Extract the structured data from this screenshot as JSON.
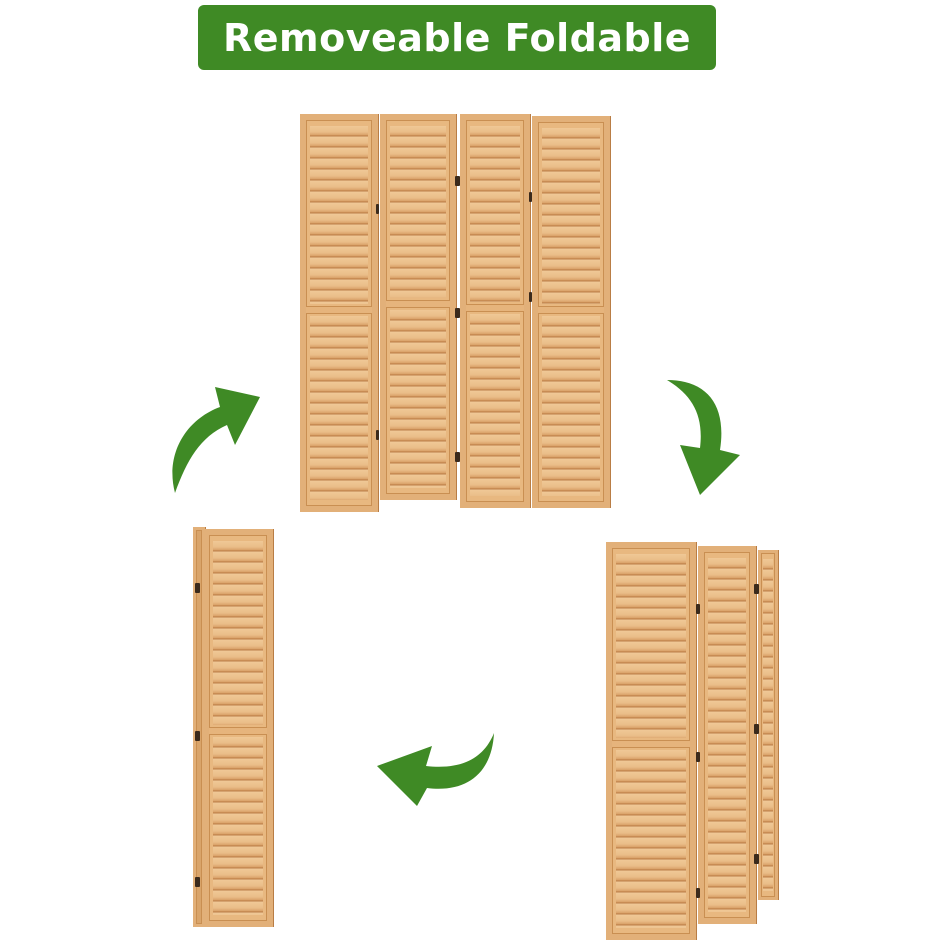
{
  "banner": {
    "title": "Removeable Foldable",
    "background_color": "#3f8a25",
    "text_color": "#ffffff"
  },
  "illustration": {
    "description": "Four-panel wooden louvered room divider shown in three states with cycle arrows",
    "states": [
      {
        "id": "unfolded",
        "label": "",
        "panels": 4,
        "position": "top-center"
      },
      {
        "id": "partially-folded",
        "label": "",
        "panels": 3,
        "position": "bottom-right"
      },
      {
        "id": "fully-folded",
        "label": "",
        "panels": 1,
        "position": "bottom-left"
      }
    ],
    "arrows": [
      {
        "id": "arrow-top-right",
        "direction": "curved-down",
        "color": "#3f8a25"
      },
      {
        "id": "arrow-bottom",
        "direction": "curved-left",
        "color": "#3f8a25"
      },
      {
        "id": "arrow-top-left",
        "direction": "curved-up-right",
        "color": "#3f8a25"
      }
    ],
    "wood_color": "#e8b880",
    "hinge_color": "#3b2a1c"
  }
}
